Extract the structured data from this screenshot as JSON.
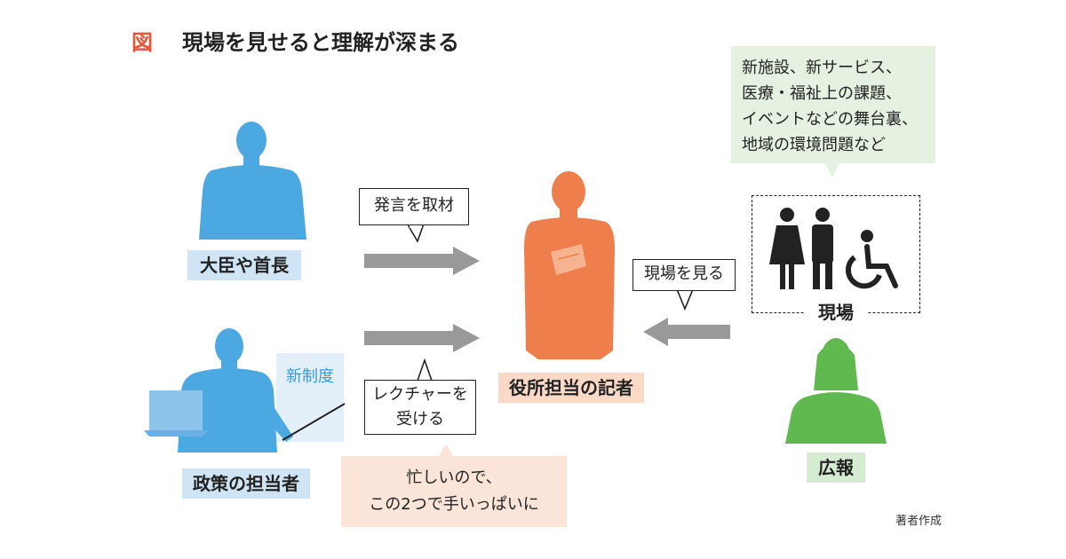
{
  "title": {
    "mark": "図",
    "text": "現場を見せると理解が深まる"
  },
  "people": {
    "minister": {
      "label": "大臣や首長"
    },
    "policy_officer": {
      "label": "政策の担当者"
    },
    "reporter": {
      "label": "役所担当の記者"
    },
    "pr": {
      "label": "広報"
    }
  },
  "bubbles": {
    "interview": "発言を取材",
    "lecture_line1": "レクチャーを",
    "lecture_line2": "受ける",
    "see_site": "現場を見る"
  },
  "new_system": "新制度",
  "site": {
    "label": "現場"
  },
  "caption_lines": [
    "新施設、新サービス、",
    "医療・福祉上の課題、",
    "イベントなどの舞台裏、",
    "地域の環境問題など"
  ],
  "busy_lines": [
    "忙しいので、",
    "この2つで手いっぱいに"
  ],
  "credit": "著者作成",
  "colors": {
    "title_accent": "#e2573a",
    "blue_figure": "#4ba8e0",
    "orange_figure": "#ee7e4c",
    "green_figure": "#5fb94e",
    "arrow_gray": "#999999",
    "new_system_text": "#3a9bd8"
  }
}
